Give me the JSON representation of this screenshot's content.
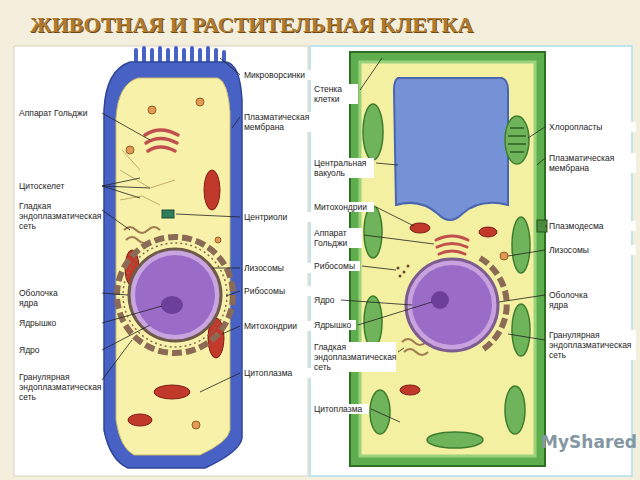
{
  "diagram": {
    "title": "ЖИВОТНАЯ И РАСТИТЕЛЬНАЯ  КЛЕТКА",
    "labels": [
      "Аппарат Гольджи",
      "Цитоскелет",
      "Гладкая эндоплазматическая сеть",
      "Оболочка ядра",
      "Ядрышко",
      "Ядро",
      "Гранулярная эндоплазматическая сеть",
      "Микроворсинки",
      "Плазматическая мембрана",
      "Центриоли",
      "Лизосомы",
      "Рибосомы",
      "Митохондрии",
      "Цитоплазма",
      "Стенка клетки",
      "Центральная вакуоль",
      "Митохондрии",
      "Аппарат Гольджи",
      "Рибосомы",
      "Ядро",
      "Ядрышко",
      "Гладкая эндоплазматическая сеть",
      "Цитоплазма",
      "Хлоропласты",
      "Плазматическая мембрана",
      "Плазмодесма",
      "Лизосомы",
      "Оболочка ядра",
      "Гранулярная эндоплазматическая сеть",
      "MyShared"
    ]
  }
}
